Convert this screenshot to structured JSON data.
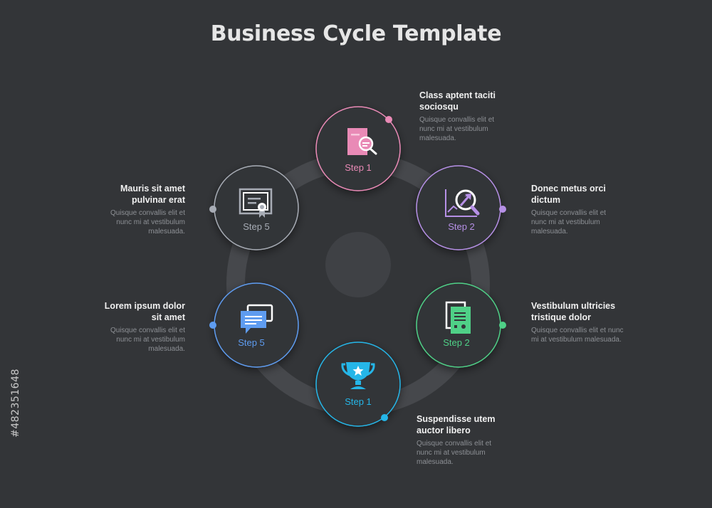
{
  "title": "Business Cycle Template",
  "watermark_id": "#482351648",
  "colors": {
    "background": "#333538",
    "ring": "#4a4c50",
    "pink": "#e98ab6",
    "purple": "#b690e6",
    "green": "#4fd087",
    "cyan": "#25b6e8",
    "blue": "#5e9cf0",
    "gray": "#a7acb5"
  },
  "steps": [
    {
      "id": "top",
      "label": "Step 1",
      "color": "pink",
      "icon": "document-search-icon",
      "heading": "Class aptent taciti sociosqu",
      "text": "Quisque convallis elit et nunc mi at vestibulum malesuada."
    },
    {
      "id": "upper-right",
      "label": "Step 2",
      "color": "purple",
      "icon": "chart-magnifier-icon",
      "heading": "Donec metus orci dictum",
      "text": "Quisque convallis elit et nunc mi at vestibulum malesuada."
    },
    {
      "id": "lower-right",
      "label": "Step 2",
      "color": "green",
      "icon": "documents-icon",
      "heading": "Vestibulum ultricies tristique dolor",
      "text": "Quisque convallis elit et nunc mi at vestibulum malesuada."
    },
    {
      "id": "bottom",
      "label": "Step 1",
      "color": "cyan",
      "icon": "trophy-icon",
      "heading": "Suspendisse utem auctor libero",
      "text": "Quisque convallis elit et nunc mi at vestibulum malesuada."
    },
    {
      "id": "lower-left",
      "label": "Step 5",
      "color": "blue",
      "icon": "chat-bubbles-icon",
      "heading": "Lorem ipsum dolor sit amet",
      "text": "Quisque convallis elit et nunc mi at vestibulum malesuada."
    },
    {
      "id": "upper-left",
      "label": "Step 5",
      "color": "gray",
      "icon": "certificate-icon",
      "heading": "Mauris sit amet pulvinar erat",
      "text": "Quisque convallis elit et nunc mi at vestibulum malesuada."
    }
  ]
}
